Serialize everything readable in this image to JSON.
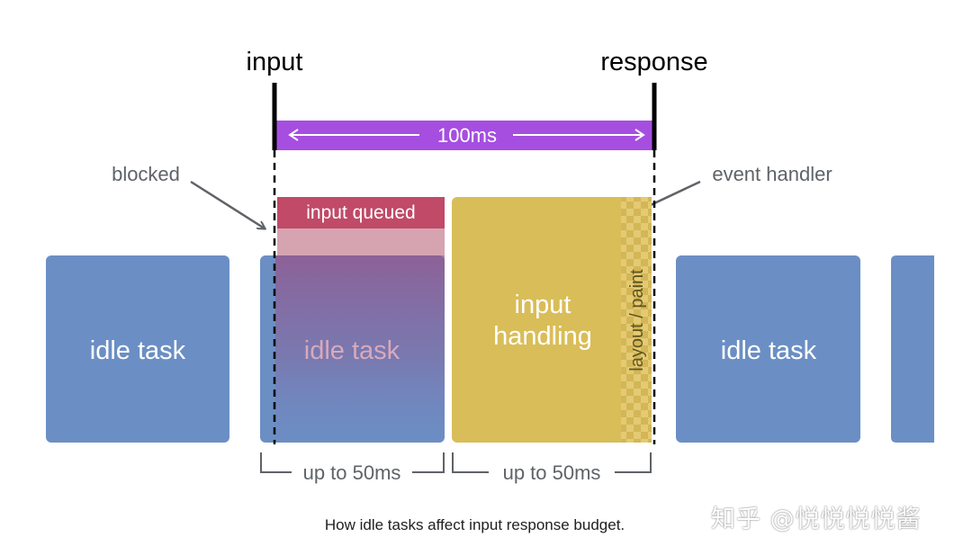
{
  "labels": {
    "input": "input",
    "response": "response",
    "duration": "100ms",
    "blocked": "blocked",
    "event_handler": "event handler",
    "input_queued": "input queued",
    "idle_task": "idle task",
    "input_handling_line1": "input",
    "input_handling_line2": "handling",
    "layout_paint": "layout / paint",
    "bracket_left": "up to 50ms",
    "bracket_right": "up to 50ms"
  },
  "caption": "How idle tasks affect input response budget.",
  "watermark": "知乎 @悦悦悦悦酱",
  "colors": {
    "idle_task": "#6b8fc4",
    "duration_bar": "#a64ee0",
    "input_queued": "#c04a68",
    "input_handling": "#d9bd58",
    "annotation_text": "#5f6368"
  }
}
